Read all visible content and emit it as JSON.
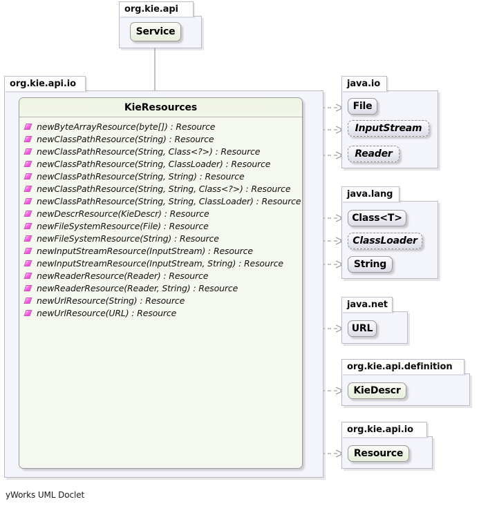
{
  "footer": {
    "text": "yWorks UML Doclet"
  },
  "packages": {
    "top": {
      "name": "org.kie.api"
    },
    "main": {
      "name": "org.kie.api.io"
    },
    "javaio": {
      "name": "java.io"
    },
    "javalang": {
      "name": "java.lang"
    },
    "javanet": {
      "name": "java.net"
    },
    "kiedef": {
      "name": "org.kie.api.definition"
    },
    "kieio": {
      "name": "org.kie.api.io"
    }
  },
  "classes": {
    "service": {
      "name": "Service",
      "kind": "interface-project"
    },
    "kieresources": {
      "name": "KieResources"
    },
    "file": {
      "name": "File",
      "kind": "class"
    },
    "inputstream": {
      "name": "InputStream",
      "kind": "abstract"
    },
    "reader": {
      "name": "Reader",
      "kind": "abstract"
    },
    "classt": {
      "name": "Class<T>",
      "kind": "class"
    },
    "classloader": {
      "name": "ClassLoader",
      "kind": "abstract"
    },
    "string": {
      "name": "String",
      "kind": "class"
    },
    "url": {
      "name": "URL",
      "kind": "class"
    },
    "kiedescr": {
      "name": "KieDescr",
      "kind": "interface-project"
    },
    "resource": {
      "name": "Resource",
      "kind": "interface-project"
    }
  },
  "members": [
    {
      "icon": "public-method-icon",
      "signature": "newByteArrayResource(byte[]) : Resource"
    },
    {
      "icon": "public-method-icon",
      "signature": "newClassPathResource(String) : Resource"
    },
    {
      "icon": "public-method-icon",
      "signature": "newClassPathResource(String, Class<?>) : Resource"
    },
    {
      "icon": "public-method-icon",
      "signature": "newClassPathResource(String, ClassLoader) : Resource"
    },
    {
      "icon": "public-method-icon",
      "signature": "newClassPathResource(String, String) : Resource"
    },
    {
      "icon": "public-method-icon",
      "signature": "newClassPathResource(String, String, Class<?>) : Resource"
    },
    {
      "icon": "public-method-icon",
      "signature": "newClassPathResource(String, String, ClassLoader) : Resource"
    },
    {
      "icon": "public-method-icon",
      "signature": "newDescrResource(KieDescr) : Resource"
    },
    {
      "icon": "public-method-icon",
      "signature": "newFileSystemResource(File) : Resource"
    },
    {
      "icon": "public-method-icon",
      "signature": "newFileSystemResource(String) : Resource"
    },
    {
      "icon": "public-method-icon",
      "signature": "newInputStreamResource(InputStream) : Resource"
    },
    {
      "icon": "public-method-icon",
      "signature": "newInputStreamResource(InputStream, String) : Resource"
    },
    {
      "icon": "public-method-icon",
      "signature": "newReaderResource(Reader) : Resource"
    },
    {
      "icon": "public-method-icon",
      "signature": "newReaderResource(Reader, String) : Resource"
    },
    {
      "icon": "public-method-icon",
      "signature": "newUrlResource(String) : Resource"
    },
    {
      "icon": "public-method-icon",
      "signature": "newUrlResource(URL) : Resource"
    }
  ],
  "relations": [
    {
      "type": "generalization",
      "from": "KieResources",
      "to": "Service"
    },
    {
      "type": "dependency",
      "from": "KieResources",
      "to": "File"
    },
    {
      "type": "dependency",
      "from": "KieResources",
      "to": "InputStream"
    },
    {
      "type": "dependency",
      "from": "KieResources",
      "to": "Reader"
    },
    {
      "type": "dependency",
      "from": "KieResources",
      "to": "Class<T>"
    },
    {
      "type": "dependency",
      "from": "KieResources",
      "to": "ClassLoader"
    },
    {
      "type": "dependency",
      "from": "KieResources",
      "to": "String"
    },
    {
      "type": "dependency",
      "from": "KieResources",
      "to": "URL"
    },
    {
      "type": "dependency",
      "from": "KieResources",
      "to": "KieDescr"
    },
    {
      "type": "dependency",
      "from": "KieResources",
      "to": "Resource"
    }
  ],
  "colors": {
    "package_body": "#f4f4fb",
    "package_border": "#b9b9c8",
    "project_class": "#e7eedb",
    "external_class": "#dcdce8",
    "member_icon": "#e060d0",
    "edge": "#808080"
  }
}
